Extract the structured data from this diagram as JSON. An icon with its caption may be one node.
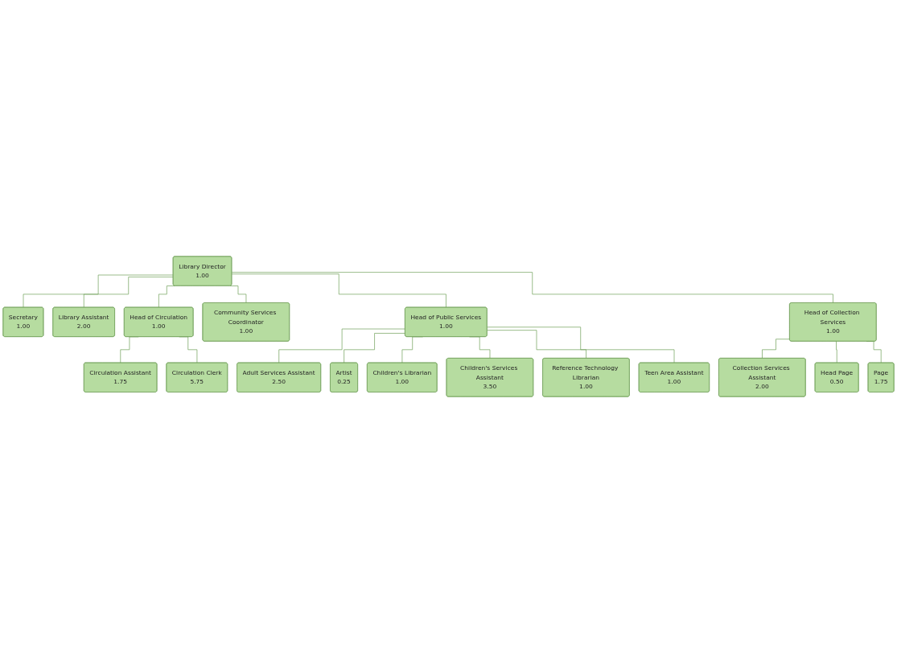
{
  "diagram": {
    "nodes": [
      {
        "text": [
          "Library Director",
          "1.00"
        ]
      },
      {
        "text": [
          "Secretary",
          "1.00"
        ]
      },
      {
        "text": [
          "Library Assistant",
          "2.00"
        ]
      },
      {
        "text": [
          "Head of Circulation",
          "1.00"
        ]
      },
      {
        "text": [
          "Community Services Coordinator",
          "1.00"
        ]
      },
      {
        "text": [
          "Head of Public Services",
          "1.00"
        ]
      },
      {
        "text": [
          "Head of Collection Services",
          "1.00"
        ]
      },
      {
        "text": [
          "Circulation Assistant",
          "1.75"
        ]
      },
      {
        "text": [
          "Circulation Clerk",
          "5.75"
        ]
      },
      {
        "text": [
          "Adult Services Assistant",
          "2.50"
        ]
      },
      {
        "text": [
          "Artist",
          "0.25"
        ]
      },
      {
        "text": [
          "Children's Librarian",
          "1.00"
        ]
      },
      {
        "text": [
          "Children's Services Assistant",
          "3.50"
        ]
      },
      {
        "text": [
          "Reference Technology Librarian",
          "1.00"
        ]
      },
      {
        "text": [
          "Teen Area Assistant",
          "1.00"
        ]
      },
      {
        "text": [
          "Collection Services Assistant",
          "2.00"
        ]
      },
      {
        "text": [
          "Head Page",
          "0.50"
        ]
      },
      {
        "text": [
          "Page",
          "1.75"
        ]
      }
    ],
    "edges": [
      {
        "from": 0,
        "to": 1,
        "arrow": "none"
      },
      {
        "from": 0,
        "to": 2,
        "arrow": "none"
      },
      {
        "from": 0,
        "to": 3,
        "arrow": "none"
      },
      {
        "from": 0,
        "to": 4,
        "arrow": "none"
      },
      {
        "from": 0,
        "to": 5,
        "arrow": "none"
      },
      {
        "from": 0,
        "to": 6,
        "arrow": "none"
      },
      {
        "from": 3,
        "to": 7,
        "arrow": "none"
      },
      {
        "from": 3,
        "to": 8,
        "arrow": "none"
      },
      {
        "from": 5,
        "to": 9,
        "arrow": "none"
      },
      {
        "from": 5,
        "to": 10,
        "arrow": "none"
      },
      {
        "from": 5,
        "to": 11,
        "arrow": "none"
      },
      {
        "from": 5,
        "to": 12,
        "arrow": "none"
      },
      {
        "from": 5,
        "to": 13,
        "arrow": "none"
      },
      {
        "from": 5,
        "to": 14,
        "arrow": "none"
      },
      {
        "from": 6,
        "to": 15,
        "arrow": "none"
      },
      {
        "from": 6,
        "to": 16,
        "arrow": "none"
      },
      {
        "from": 6,
        "to": 17,
        "arrow": "none"
      }
    ]
  }
}
